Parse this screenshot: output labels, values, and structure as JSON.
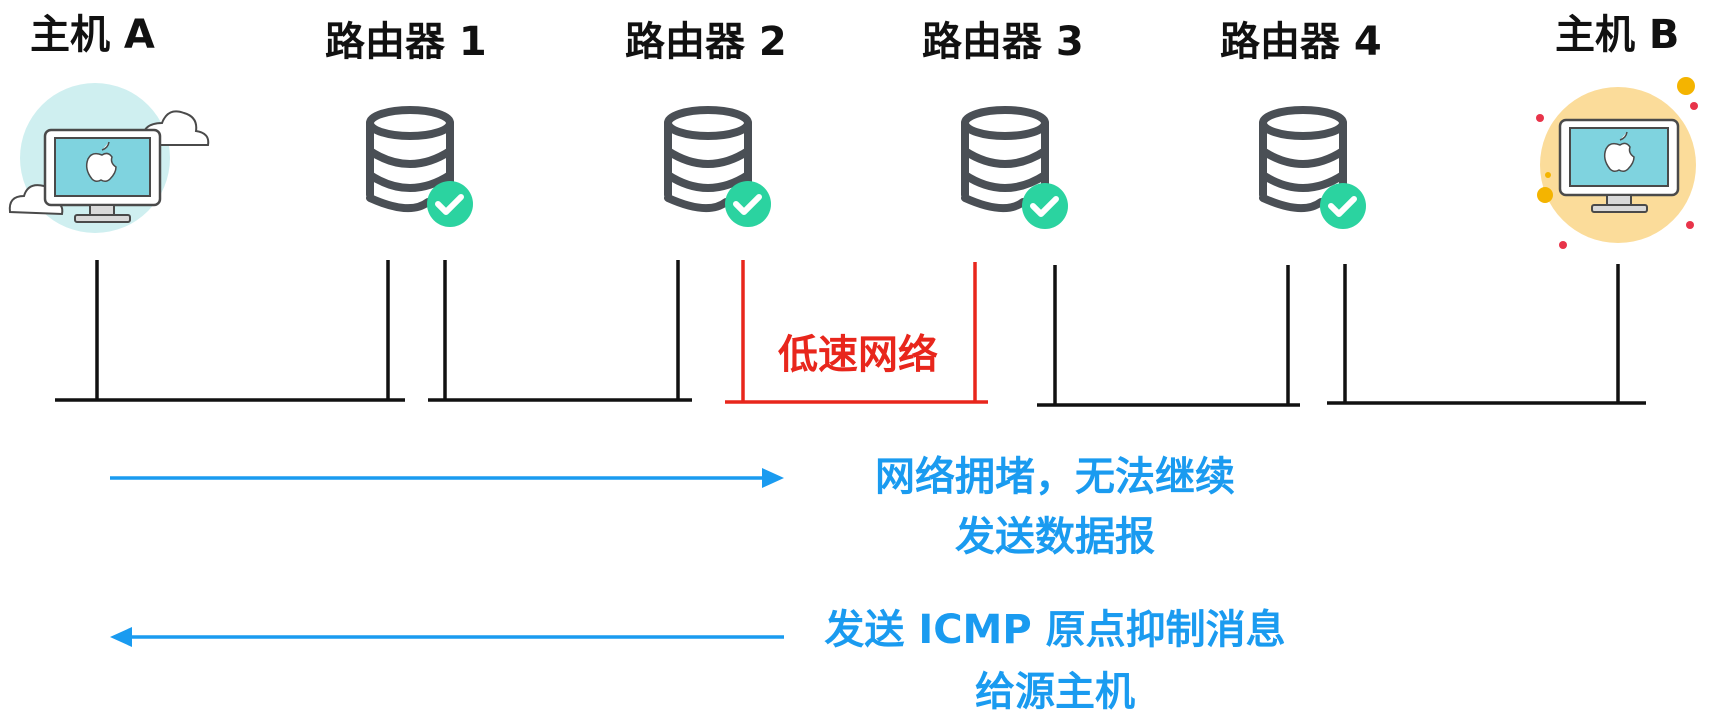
{
  "nodes": {
    "host_a": "主机 A",
    "router_1": "路由器 1",
    "router_2": "路由器 2",
    "router_3": "路由器 3",
    "router_4": "路由器 4",
    "host_b": "主机 B"
  },
  "segments": {
    "slow_network_label": "低速网络"
  },
  "messages": {
    "forward": {
      "line1": "网络拥堵，无法继续",
      "line2": "发送数据报"
    },
    "backward": {
      "line1": "发送 ICMP 原点抑制消息",
      "line2": "给源主机"
    }
  },
  "colors": {
    "normal_link": "#111111",
    "slow_link": "#e8261c",
    "arrow": "#1a9bf0",
    "check": "#2bd3a0",
    "router_stroke": "#4a4f55"
  },
  "icons": {
    "host_a": "computer-monitor-cloud-icon",
    "host_b": "computer-monitor-sun-icon",
    "router": "database-check-icon",
    "arrow_forward": "arrow-right-icon",
    "arrow_backward": "arrow-left-icon"
  }
}
